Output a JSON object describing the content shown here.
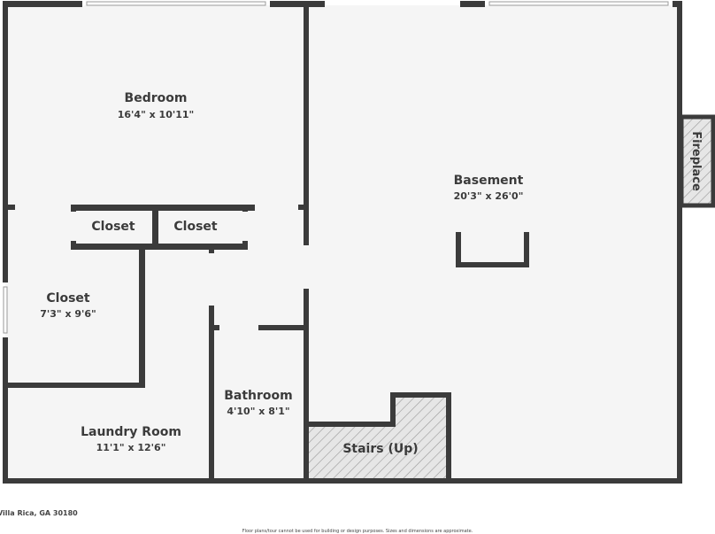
{
  "rooms": {
    "bedroom": {
      "name": "Bedroom",
      "dims": "16'4\" x 10'11\""
    },
    "closet_a": {
      "name": "Closet"
    },
    "closet_b": {
      "name": "Closet"
    },
    "closet_c": {
      "name": "Closet",
      "dims": "7'3\" x 9'6\""
    },
    "laundry": {
      "name": "Laundry Room",
      "dims": "11'1\" x 12'6\""
    },
    "bathroom": {
      "name": "Bathroom",
      "dims": "4'10\" x 8'1\""
    },
    "basement": {
      "name": "Basement",
      "dims": "20'3\" x 26'0\""
    },
    "stairs": {
      "name": "Stairs (Up)"
    },
    "fireplace": {
      "name": "Fireplace"
    }
  },
  "footer": {
    "address": "Villa Rica, GA 30180",
    "disclaimer": "Floor plans/tour cannot be used for building or design purposes. Sizes and dimensions are approximate."
  },
  "colors": {
    "wall": "#3b3b3b",
    "floor": "#f5f5f5"
  }
}
